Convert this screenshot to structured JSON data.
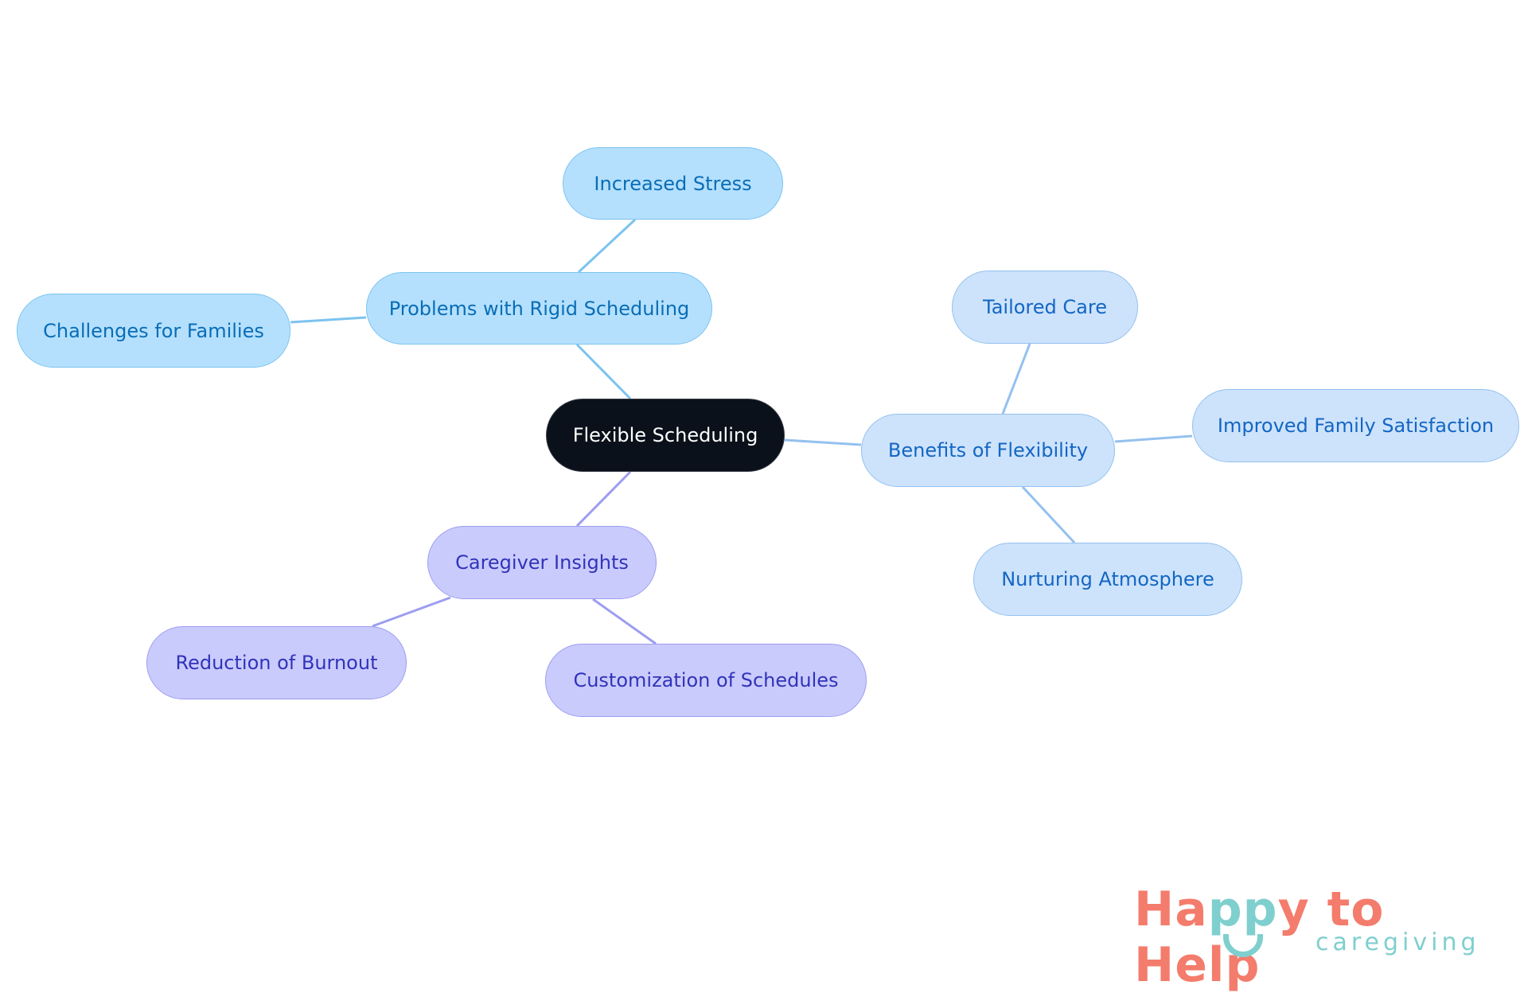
{
  "diagram": {
    "type": "mind-map",
    "root": {
      "label": "Flexible Scheduling"
    },
    "branches": [
      {
        "label": "Problems with Rigid Scheduling",
        "color": "#b4e0fe",
        "children": [
          "Increased Stress",
          "Challenges for Families"
        ]
      },
      {
        "label": "Benefits of Flexibility",
        "color": "#cde3fb",
        "children": [
          "Tailored Care",
          "Improved Family Satisfaction",
          "Nurturing Atmosphere"
        ]
      },
      {
        "label": "Caregiver Insights",
        "color": "#cacbfd",
        "children": [
          "Reduction of Burnout",
          "Customization of Schedules"
        ]
      }
    ]
  },
  "logo": {
    "part1": "Ha",
    "part2": "pp",
    "part3": "y to Help",
    "subtitle": "caregiving",
    "colors": {
      "primary": "#f47c6c",
      "accent": "#7fcfcf"
    }
  }
}
